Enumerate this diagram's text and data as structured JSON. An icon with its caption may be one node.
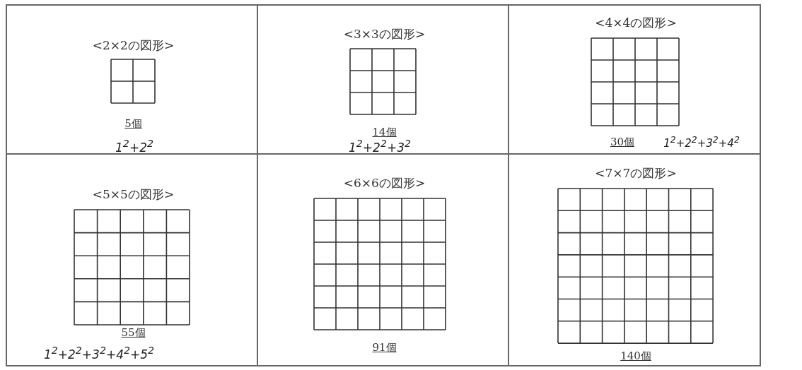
{
  "diagram": {
    "nodes": [
      {
        "text": [
          "<2×2の図形>",
          "5個",
          "1$^{2}$+2$^{2}$"
        ]
      },
      {
        "text": [
          "<3×3の図形>",
          "14個",
          "1$^{2}$+2$^{2}$+3$^{2}$"
        ]
      },
      {
        "text": [
          "<4×4の図形>",
          "30個",
          "1$^{2}$+2$^{2}$+3$^{2}$+4$^{2}$"
        ]
      },
      {
        "text": [
          "<5×5の図形>",
          "55個",
          "1$^{2}$+2$^{2}$+3$^{2}$+4$^{2}$+5$^{2}$"
        ]
      },
      {
        "text": [
          "<6×6の図形>",
          "91個"
        ]
      },
      {
        "text": [
          "<7×7の図形>",
          "140個"
        ]
      }
    ]
  }
}
